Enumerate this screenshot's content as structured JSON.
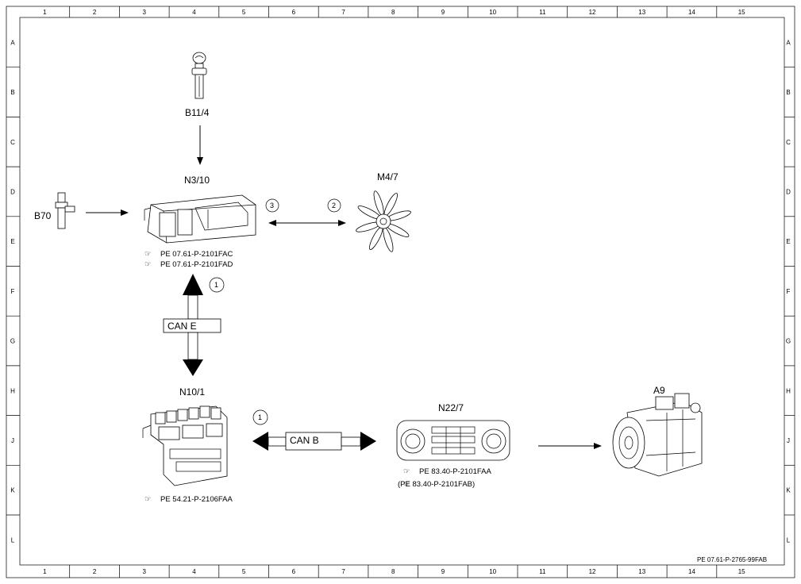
{
  "border": {
    "columns": [
      "1",
      "2",
      "3",
      "4",
      "5",
      "6",
      "7",
      "8",
      "9",
      "10",
      "11",
      "12",
      "13",
      "14",
      "15"
    ],
    "rows": [
      "A",
      "B",
      "C",
      "D",
      "E",
      "F",
      "G",
      "H",
      "J",
      "K",
      "L"
    ]
  },
  "components": {
    "b11_4": {
      "label": "B11/4"
    },
    "b70": {
      "label": "B70"
    },
    "n3_10": {
      "label": "N3/10",
      "refs": [
        "PE 07.61-P-2101FAC",
        "PE 07.61-P-2101FAD"
      ]
    },
    "m4_7": {
      "label": "M4/7"
    },
    "n10_1": {
      "label": "N10/1",
      "refs": [
        "PE 54.21-P-2106FAA"
      ]
    },
    "n22_7": {
      "label": "N22/7",
      "refs": [
        "PE 83.40-P-2101FAA",
        "(PE 83.40-P-2101FAB)"
      ]
    },
    "a9": {
      "label": "A9"
    }
  },
  "buses": {
    "can_e": "CAN E",
    "can_b": "CAN B"
  },
  "badges": {
    "can_e": "1",
    "can_b": "1",
    "fan_left": "3",
    "fan_right": "2"
  },
  "footer_code": "PE 07.61-P-2765-99FAB",
  "icons": {
    "ref_marker": "pointing-hand-icon"
  }
}
